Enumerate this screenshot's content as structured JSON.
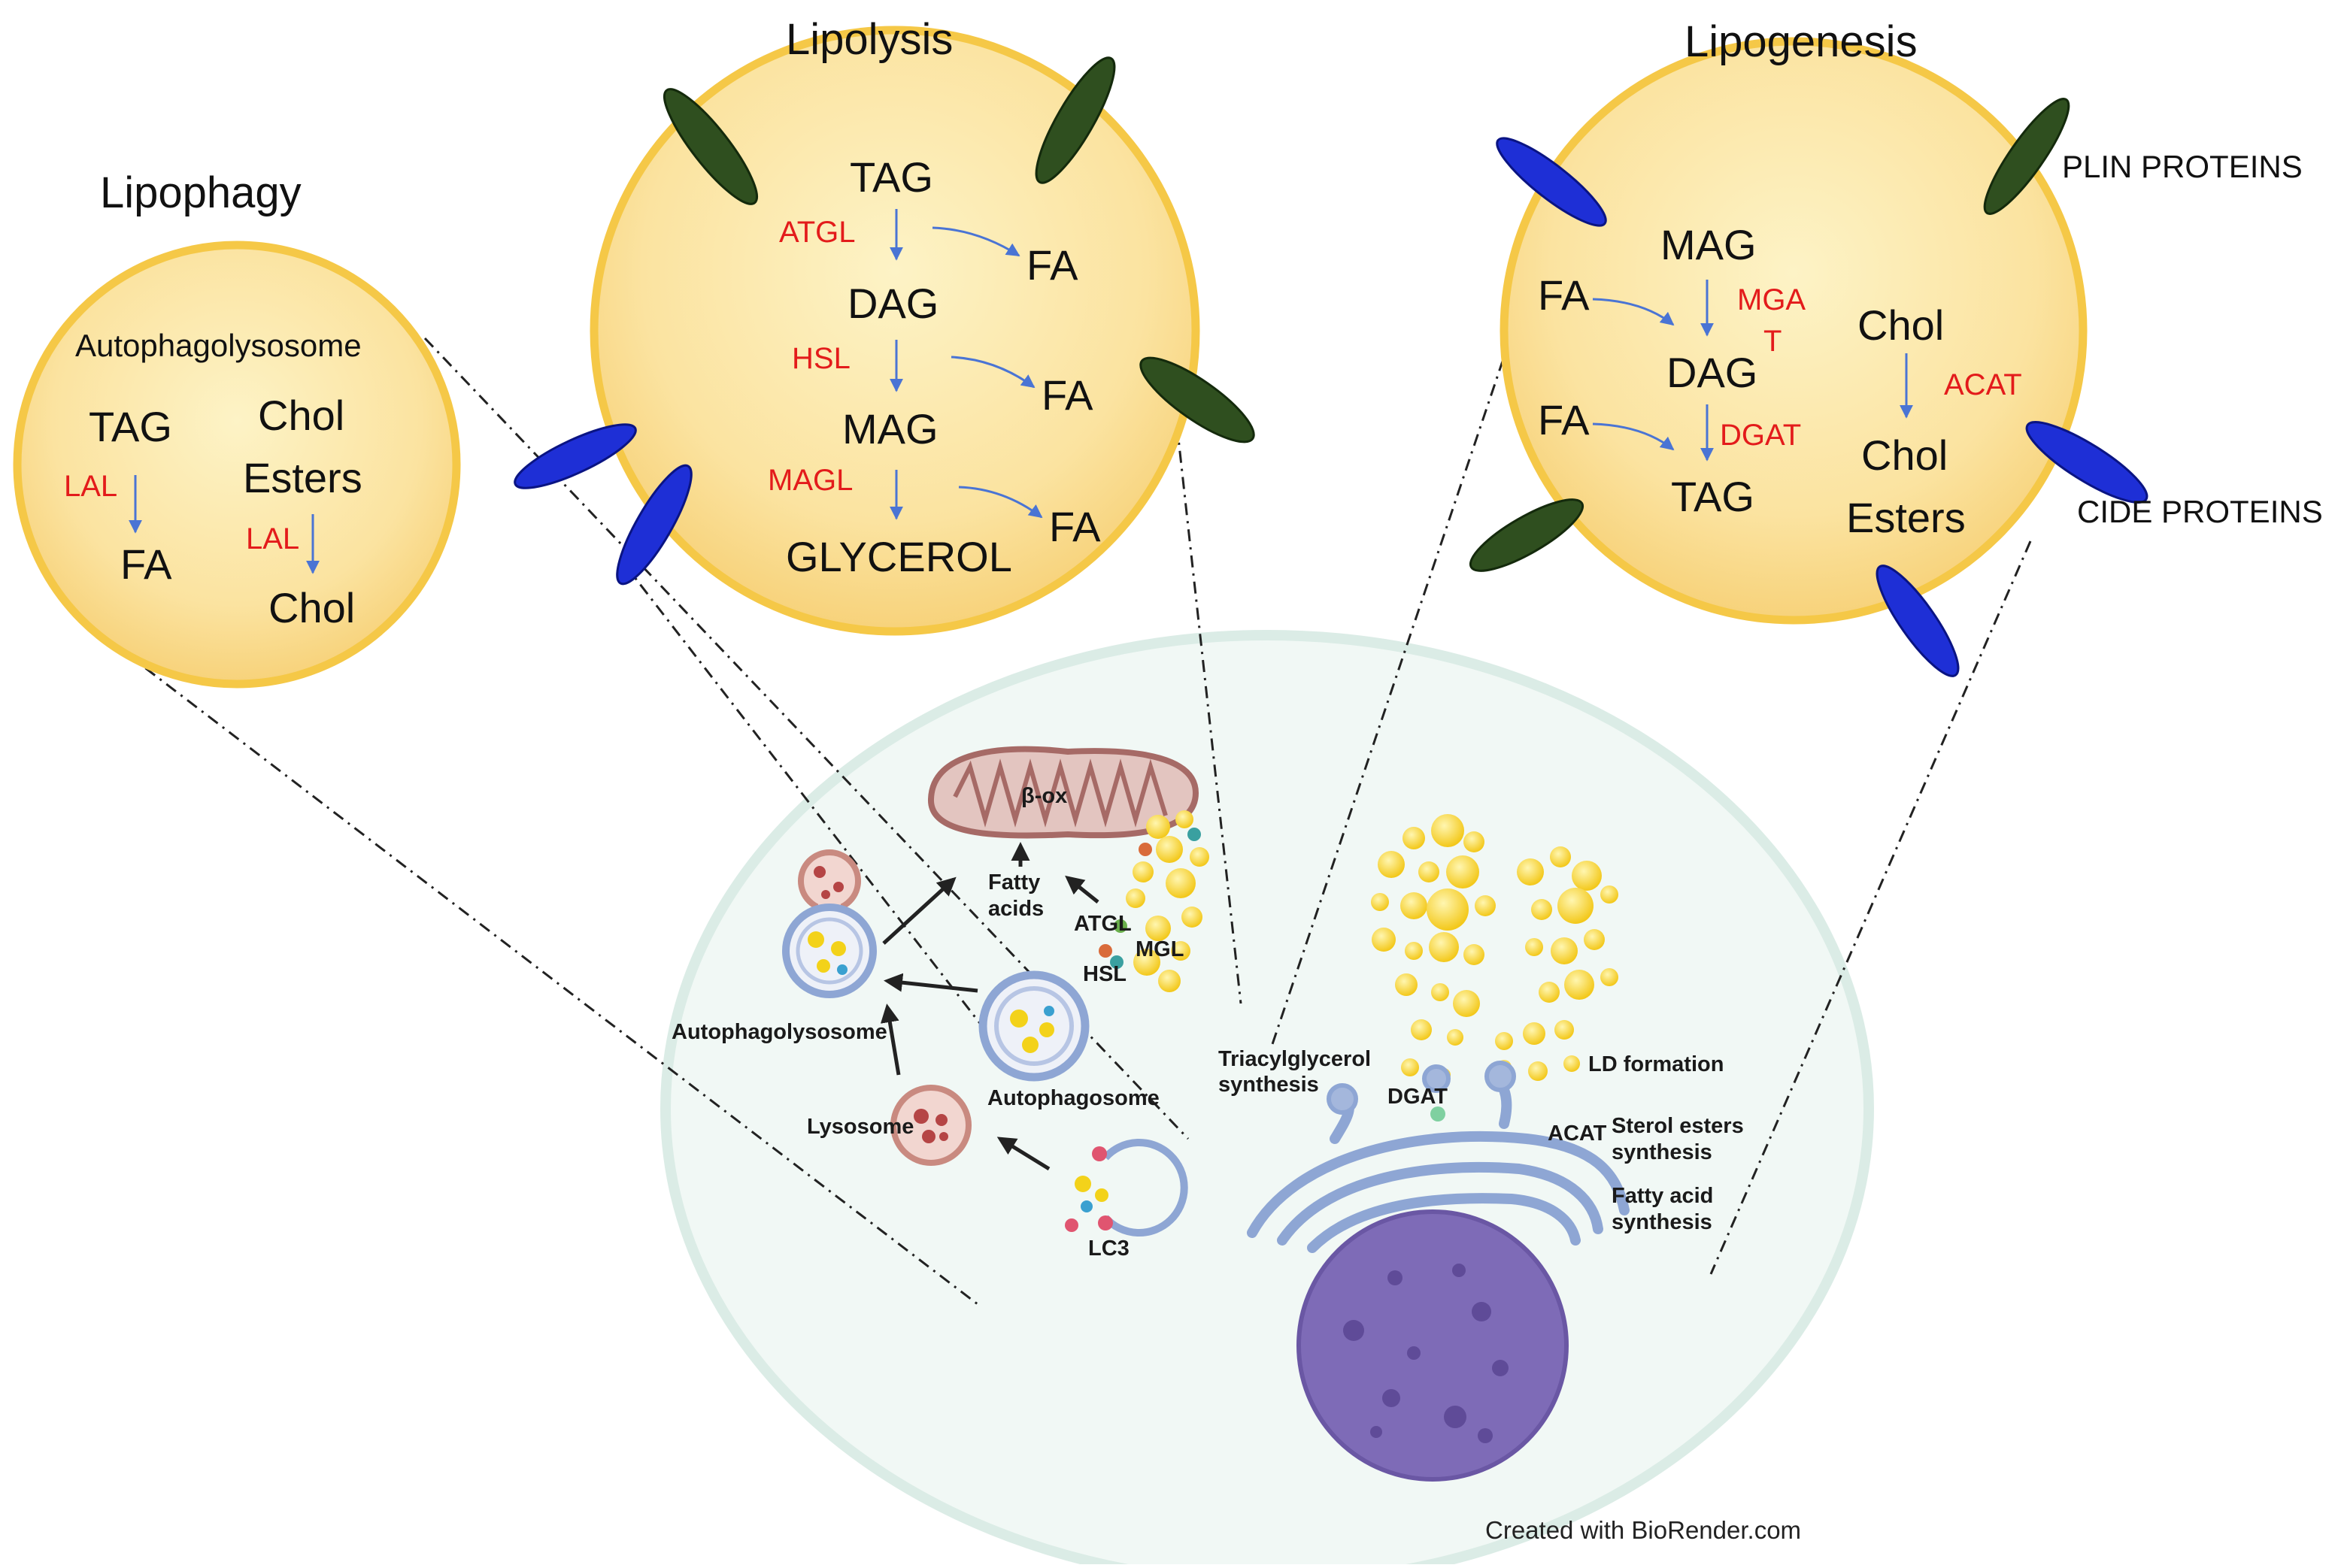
{
  "panels": {
    "lipophagy": {
      "title": "Lipophagy",
      "subtitle": "Autophagolysosome",
      "tag": "TAG",
      "lal1": "LAL",
      "fa": "FA",
      "chol": "Chol",
      "esters": "Esters",
      "lal2": "LAL",
      "chol2": "Chol"
    },
    "lipolysis": {
      "title": "Lipolysis",
      "tag": "TAG",
      "atgl": "ATGL",
      "fa1": "FA",
      "dag": "DAG",
      "hsl": "HSL",
      "fa2": "FA",
      "mag": "MAG",
      "magl": "MAGL",
      "fa3": "FA",
      "glycerol": "GLYCEROL"
    },
    "lipogenesis": {
      "title": "Lipogenesis",
      "mag": "MAG",
      "fa1": "FA",
      "mgat_a": "MGA",
      "mgat_b": "T",
      "dag": "DAG",
      "fa2": "FA",
      "dgat": "DGAT",
      "tag": "TAG",
      "chol": "Chol",
      "acat": "ACAT",
      "chol2": "Chol",
      "esters": "Esters"
    }
  },
  "side_labels": {
    "plin": "PLIN PROTEINS",
    "cide": "CIDE PROTEINS"
  },
  "cell_labels": {
    "beta_ox": "β-ox",
    "fatty": "Fatty",
    "acids": "acids",
    "atgl": "ATGL",
    "mgl": "MGL",
    "hsl": "HSL",
    "autophagolysosome": "Autophagolysosome",
    "lysosome": "Lysosome",
    "autophagosome": "Autophagosome",
    "lc3": "LC3",
    "tri1": "Triacylglycerol",
    "tri2": "synthesis",
    "dgat": "DGAT",
    "ld_formation": "LD formation",
    "acat": "ACAT",
    "sterol1": "Sterol esters",
    "sterol2": "synthesis",
    "fa_synth1": "Fatty acid",
    "fa_synth2": "synthesis"
  },
  "credit": "Created with BioRender.com",
  "colors": {
    "droplet_fill": "#fbe8a3",
    "droplet_stroke": "#f5c847",
    "plin": "#2f4f1f",
    "cide": "#1e2fd6",
    "enzyme": "#e31b1b",
    "arrow": "#4a74d4",
    "cell": "#eef6f3",
    "nucleus": "#7e6bb7",
    "er": "#8ea6d4"
  }
}
